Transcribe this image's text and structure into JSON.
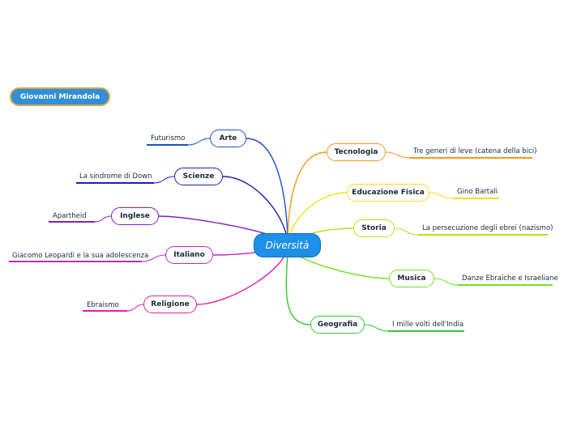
{
  "author": {
    "label": "Giovanni Mirandola",
    "color": "#2f8fd8",
    "border": "#d8a448"
  },
  "center": {
    "label": "Diversità",
    "color": "#1e90e8"
  },
  "branches": [
    {
      "key": "arte",
      "label": "Arte",
      "leaf": "Futurismo",
      "color": "#1a4fd0"
    },
    {
      "key": "scienze",
      "label": "Scienze",
      "leaf": "La sindrome di Down",
      "color": "#2020b0"
    },
    {
      "key": "inglese",
      "label": "Inglese",
      "leaf": "Apartheid",
      "color": "#7a22c8"
    },
    {
      "key": "italiano",
      "label": "Italiano",
      "leaf": "Giacomo Leopardi e la sua adolescenza",
      "color": "#c02ac0"
    },
    {
      "key": "religione",
      "label": "Religione",
      "leaf": "Ebraismo",
      "color": "#e020a8"
    },
    {
      "key": "tecnologia",
      "label": "Tecnologia",
      "leaf": "Tre generi di leve (catena della bici)",
      "color": "#f59a20"
    },
    {
      "key": "educazione",
      "label": "Educazione Fisica",
      "leaf": "Gino Bartali",
      "color": "#f0e020"
    },
    {
      "key": "storia",
      "label": "Storia",
      "leaf": "La persecuzione degli ebrei (nazismo)",
      "color": "#b8e018"
    },
    {
      "key": "musica",
      "label": "Musica",
      "leaf": "Danze Ebraiche e Israeliane",
      "color": "#70e020"
    },
    {
      "key": "geografia",
      "label": "Geografia",
      "leaf": "I mille volti dell'India",
      "color": "#30cc30"
    }
  ]
}
